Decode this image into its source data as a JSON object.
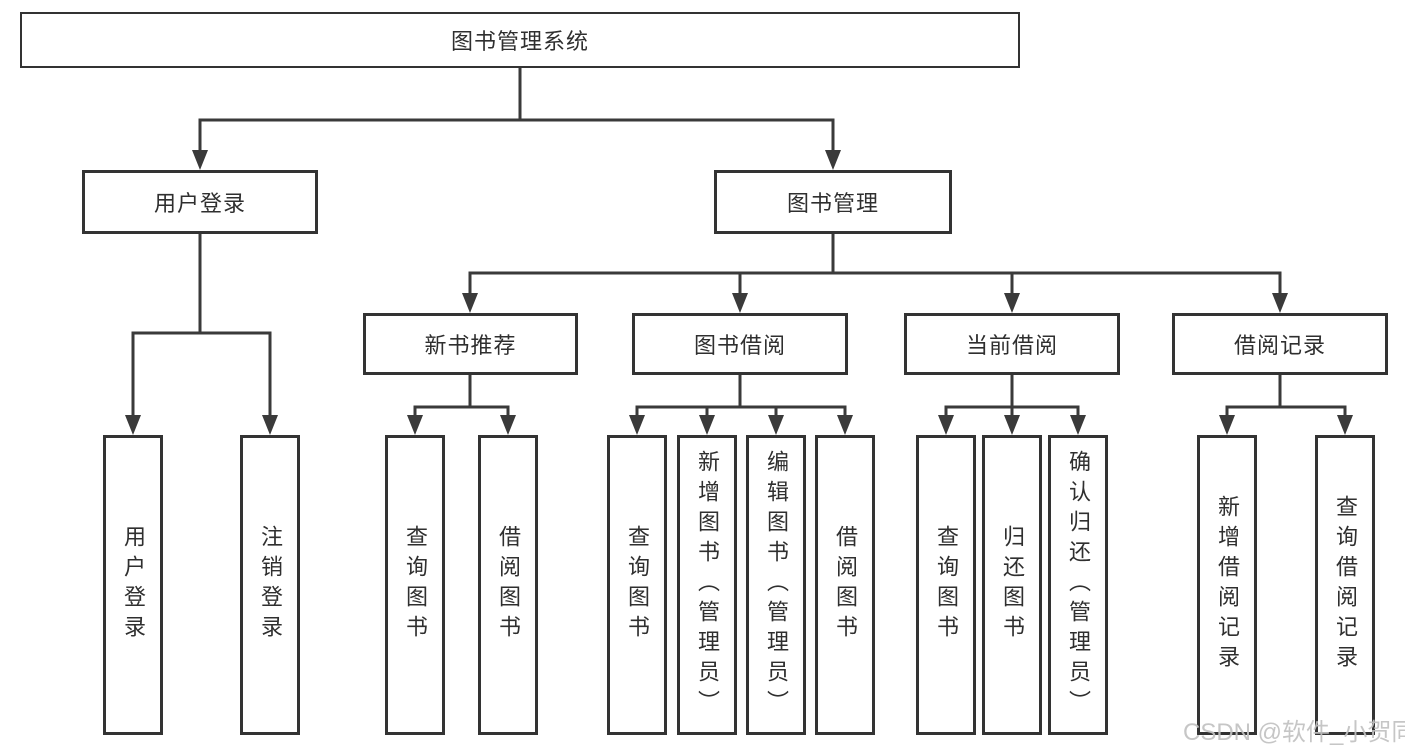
{
  "diagram_type": "hierarchy-tree",
  "tree": {
    "root": "图书管理系统",
    "children": [
      {
        "label": "用户登录",
        "children": [
          {
            "label": "用户登录"
          },
          {
            "label": "注销登录"
          }
        ]
      },
      {
        "label": "图书管理",
        "children": [
          {
            "label": "新书推荐",
            "children": [
              {
                "label": "查询图书"
              },
              {
                "label": "借阅图书"
              }
            ]
          },
          {
            "label": "图书借阅",
            "children": [
              {
                "label": "查询图书"
              },
              {
                "label": "新增图书（管理员）"
              },
              {
                "label": "编辑图书（管理员）"
              },
              {
                "label": "借阅图书"
              }
            ]
          },
          {
            "label": "当前借阅",
            "children": [
              {
                "label": "查询图书"
              },
              {
                "label": "归还图书"
              },
              {
                "label": "确认归还（管理员）"
              }
            ]
          },
          {
            "label": "借阅记录",
            "children": [
              {
                "label": "新增借阅记录"
              },
              {
                "label": "查询借阅记录"
              }
            ]
          }
        ]
      }
    ]
  },
  "watermark": {
    "text": "CSDN @软件_小贺同学"
  },
  "colors": {
    "background": "#ffffff",
    "box_border": "#333333",
    "text": "#2f2f2f",
    "connector": "#3a3a3a",
    "watermark": "#c2c2c2"
  }
}
